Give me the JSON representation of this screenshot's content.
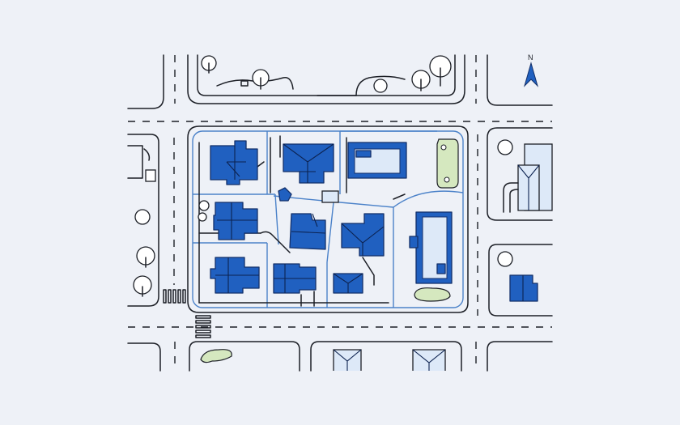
{
  "map": {
    "compass_label": "N"
  },
  "colors": {
    "background": "#eef1f7",
    "building_fill": "#2060c0",
    "parcel_line": "#4b82c9",
    "green_space": "#d5e8bf",
    "pale_building": "#dde9f8"
  },
  "icons": [
    "north-arrow-icon",
    "tree-icon",
    "building-footprint",
    "crosswalk"
  ]
}
